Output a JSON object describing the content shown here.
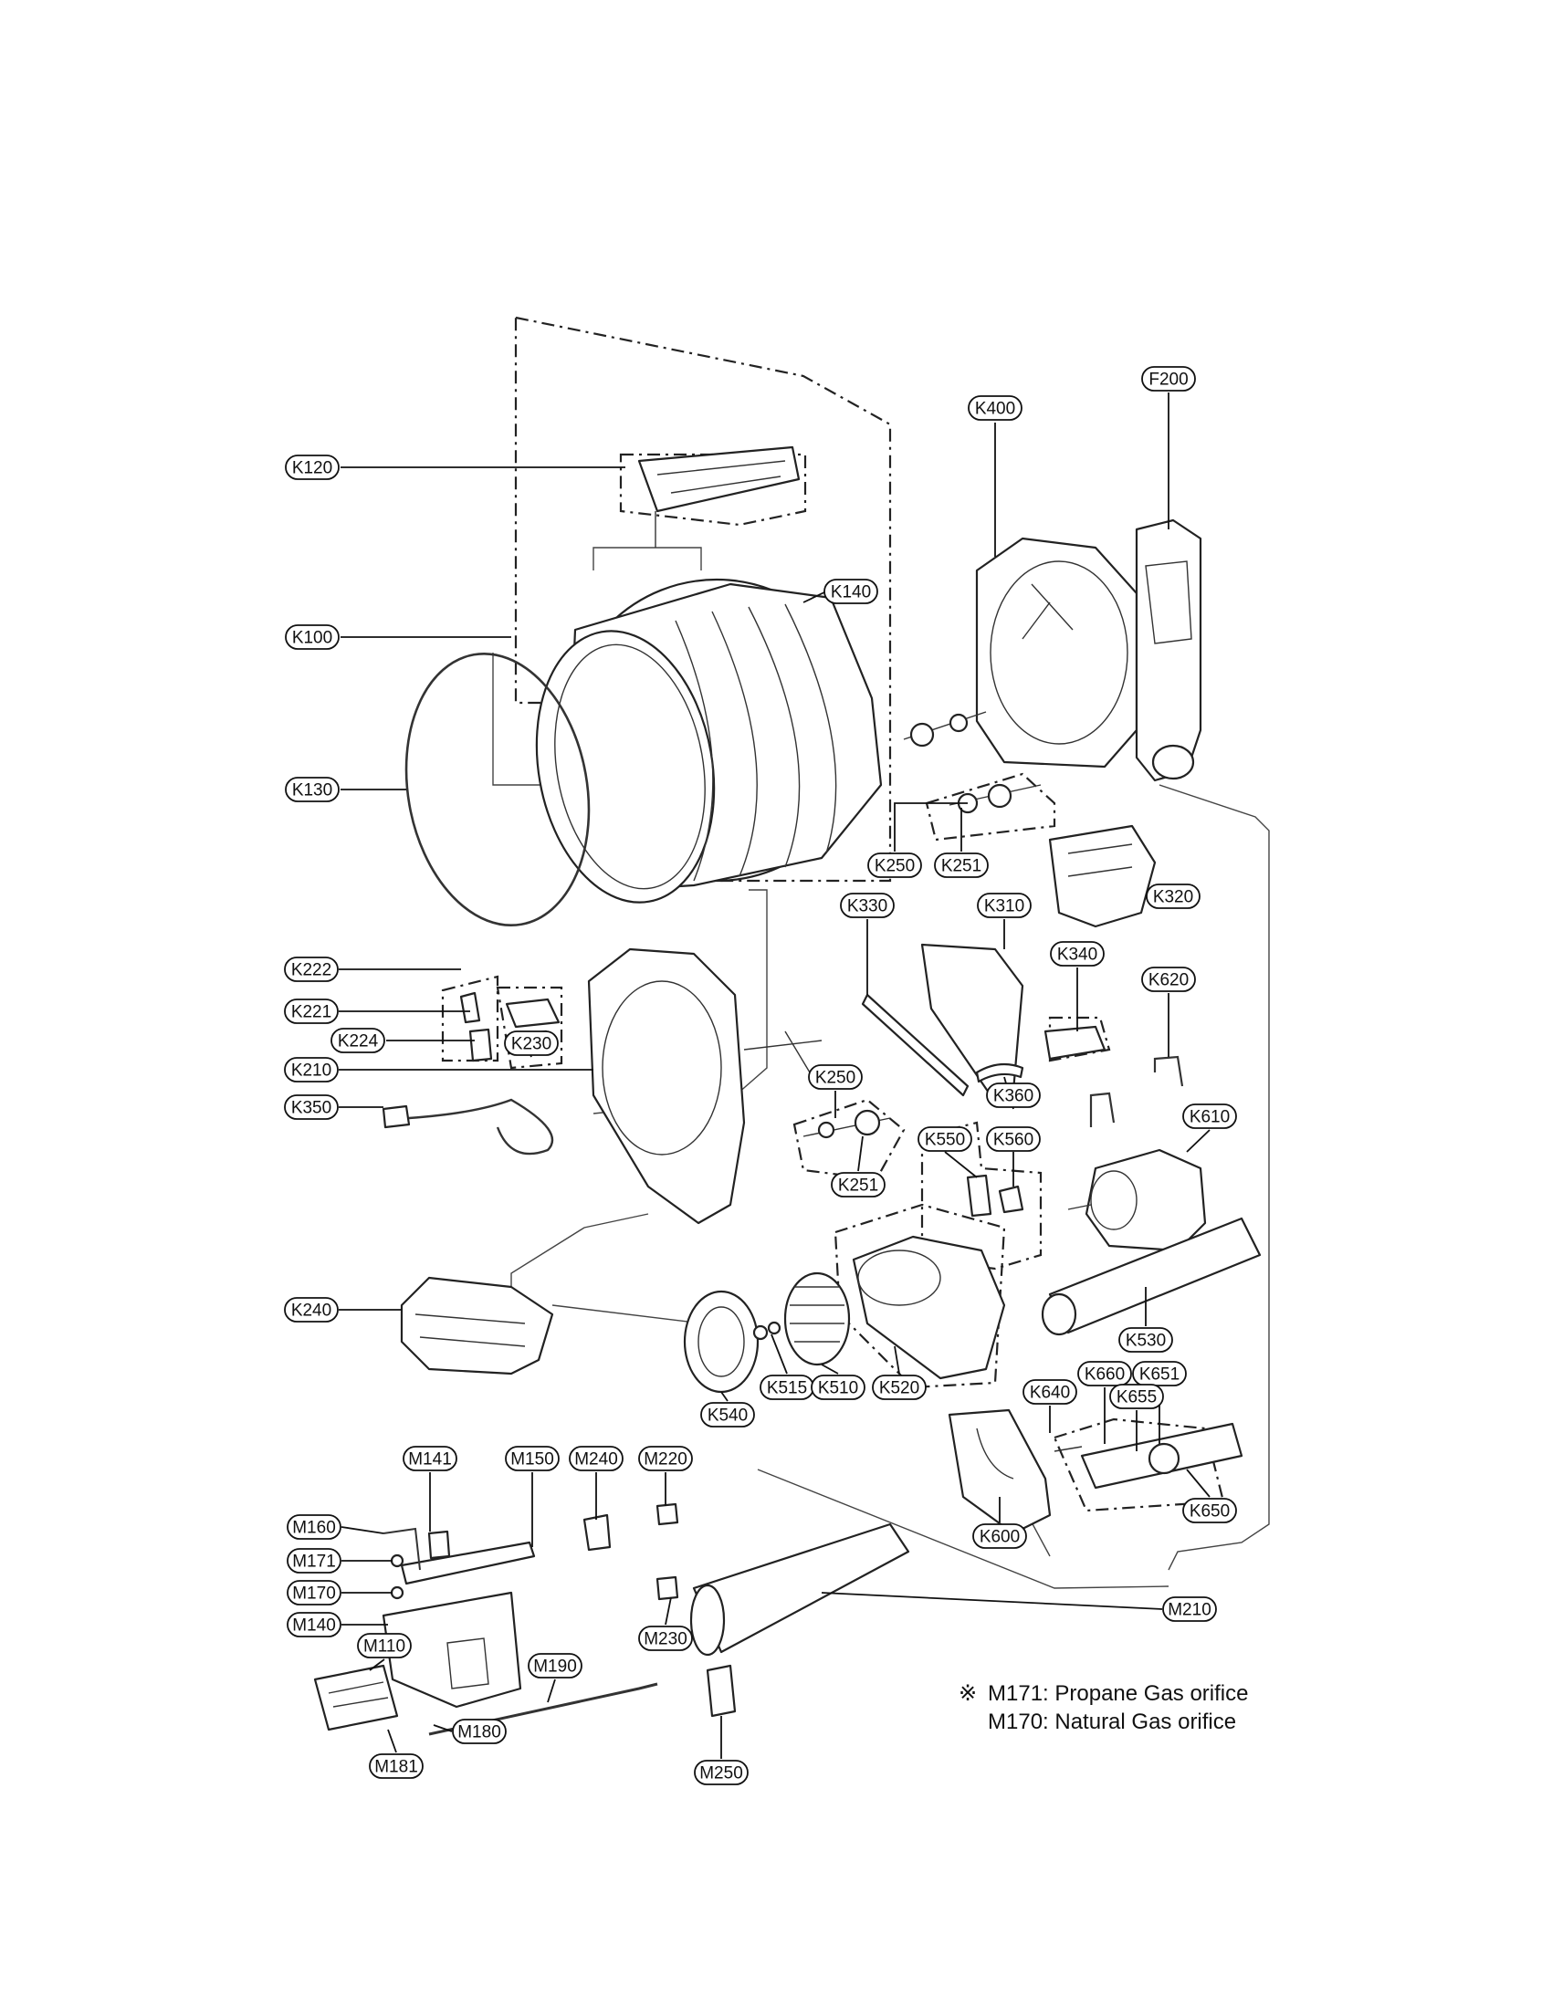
{
  "labels": {
    "K120": "K120",
    "K100": "K100",
    "K130": "K130",
    "K140": "K140",
    "K400": "K400",
    "F200": "F200",
    "K250_top": "K250",
    "K251_top": "K251",
    "K320": "K320",
    "K330": "K330",
    "K310": "K310",
    "K340": "K340",
    "K620": "K620",
    "K222": "K222",
    "K221": "K221",
    "K224": "K224",
    "K230": "K230",
    "K210": "K210",
    "K350": "K350",
    "K360": "K360",
    "K250_mid": "K250",
    "K251_mid": "K251",
    "K550": "K550",
    "K560": "K560",
    "K610": "K610",
    "K240": "K240",
    "K530": "K530",
    "K540": "K540",
    "K515": "K515",
    "K510": "K510",
    "K520": "K520",
    "K640": "K640",
    "K660": "K660",
    "K651": "K651",
    "K655": "K655",
    "K650": "K650",
    "K600": "K600",
    "M141": "M141",
    "M150": "M150",
    "M240": "M240",
    "M220": "M220",
    "M160": "M160",
    "M171": "M171",
    "M170": "M170",
    "M140": "M140",
    "M110": "M110",
    "M190": "M190",
    "M180": "M180",
    "M181": "M181",
    "M210": "M210",
    "M230": "M230",
    "M250": "M250"
  },
  "notes": {
    "symbol": "※",
    "line1": "M171: Propane Gas orifice",
    "line2": "M170: Natural Gas orifice"
  }
}
